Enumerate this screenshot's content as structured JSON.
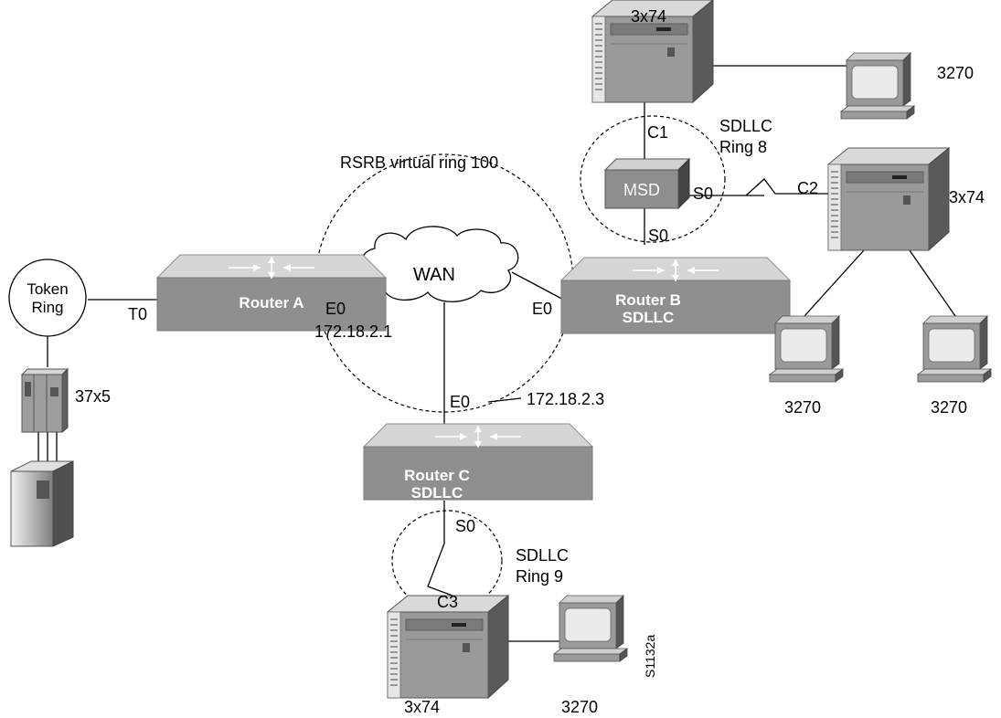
{
  "diagram": {
    "ring_label": "RSRB virtual ring 100",
    "wan_label": "WAN",
    "token_ring_label": [
      "Token",
      "Ring"
    ],
    "routers": {
      "a": {
        "name": "Router A",
        "sub": ""
      },
      "b": {
        "name": "Router B",
        "sub": "SDLLC"
      },
      "c": {
        "name": "Router C",
        "sub": "SDLLC"
      }
    },
    "msd_label": "MSD",
    "sdllc_ring8": [
      "SDLLC",
      "Ring 8"
    ],
    "sdllc_ring9": [
      "SDLLC",
      "Ring 9"
    ],
    "interfaces": {
      "t0": "T0",
      "e0_a": "E0",
      "ip_a": "172.18.2.1",
      "e0_b": "E0",
      "e0_c": "E0",
      "ip_c": "172.18.2.3",
      "s0_msd": "S0",
      "s0_b": "S0",
      "s0_c": "S0",
      "c1": "C1",
      "c2": "C2",
      "c3": "C3"
    },
    "devices": {
      "fep": "37x5",
      "cluster_top": "3x74",
      "cluster_right": "3x74",
      "cluster_bottom": "3x74",
      "term_top": "3270",
      "term_right_1": "3270",
      "term_right_2": "3270",
      "term_bottom": "3270"
    },
    "figure_id": "S1132a"
  }
}
